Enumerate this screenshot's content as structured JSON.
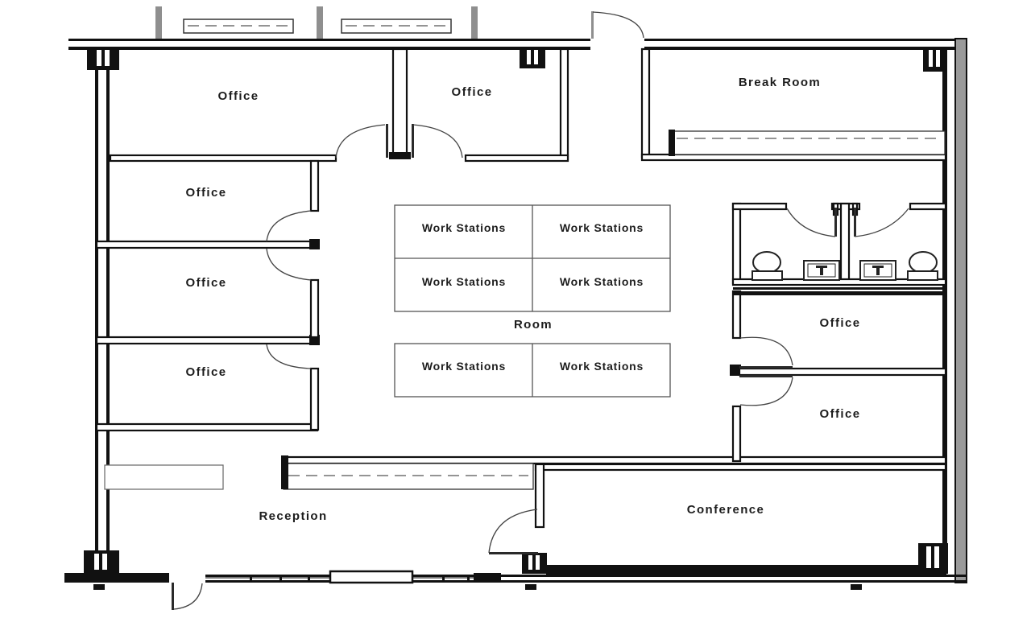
{
  "labels": {
    "office_top_left": "Office",
    "office_top_center": "Office",
    "break_room": "Break Room",
    "office_left_top": "Office",
    "office_left_middle": "Office",
    "office_left_bottom": "Office",
    "office_right_top": "Office",
    "office_right_bottom": "Office",
    "reception": "Reception",
    "conference": "Conference",
    "room": "Room",
    "workstations": [
      "Work Stations",
      "Work Stations",
      "Work Stations",
      "Work Stations",
      "Work Stations",
      "Work Stations"
    ]
  },
  "colors": {
    "wall": "#111111",
    "line": "#444444",
    "post_gray": "#8f8f8f",
    "exterior_fill": "#9a9a9a",
    "background": "#ffffff",
    "text": "#1d1d1d"
  }
}
